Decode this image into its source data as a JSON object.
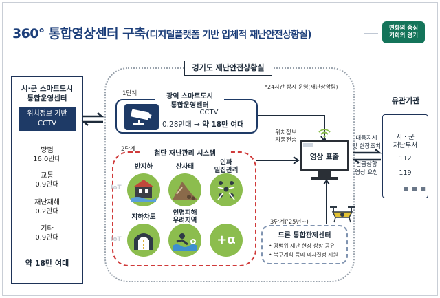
{
  "title": {
    "main": "360° 통합영상센터 구축",
    "sub": "(디지털플랫폼 기반 입체적 재난안전상황실)"
  },
  "logo": {
    "line1": "변화의 중심",
    "line2": "기회의 경기"
  },
  "left_panel": {
    "title_line1": "시·군 스마트도시",
    "title_line2": "통합운영센터",
    "badge_line1": "위치정보 기반",
    "badge_line2": "CCTV",
    "categories": [
      {
        "name": "방범",
        "value": "16.0만대"
      },
      {
        "name": "교통",
        "value": "0.9만대"
      },
      {
        "name": "재난재해",
        "value": "0.2만대"
      },
      {
        "name": "기타",
        "value": "0.9만대"
      }
    ],
    "total": "약 18만 여대"
  },
  "main": {
    "label": "경기도 재난안전상황실",
    "note": "*24시간 상시 운영(재난상황팀)",
    "stage1": {
      "tag": "1단계",
      "title_line1": "광역 스마트도시",
      "title_line2": "통합운영센터",
      "cctv_label": "CCTV",
      "count_before": "0.28만대 →",
      "count_after": "약 18만 여대"
    },
    "stage2": {
      "tag": "2단계",
      "title": "첨단 재난관리 시스템",
      "cells": [
        {
          "label": "반지하"
        },
        {
          "label": "산사태"
        },
        {
          "label_line1": "인파",
          "label_line2": "밀집관리"
        },
        {
          "label": "지하차도"
        },
        {
          "label_line1": "인명피해",
          "label_line2": "우려지역"
        },
        {
          "label": "+α"
        }
      ],
      "iot1": "IoT",
      "iot2": "IoT"
    },
    "data_transfer_line1": "위치정보",
    "data_transfer_line2": "자동전송",
    "video_display": "영상 표출",
    "stage3": {
      "tag": "3단계('25년~)",
      "title": "드론 통합관제센터",
      "items": [
        "• 광범위 재난 현장 상황 공유",
        "• 복구계획 등의 의사결정 지원"
      ]
    }
  },
  "right": {
    "title": "유관기관",
    "top_label_line1": "대응지시",
    "top_label_line2": "및 현장조치",
    "bottom_label_line1": "긴급상황",
    "bottom_label_line2": "영상 요청",
    "panel_line1": "시 · 군",
    "panel_line2": "재난부서",
    "n1": "112",
    "n2": "119",
    "dots": "■ ■ ■"
  },
  "colors": {
    "navy": "#1e3a66",
    "green": "#8cbd4e",
    "red_dash": "#d03a3a",
    "title_blue": "#1d3f7a"
  }
}
